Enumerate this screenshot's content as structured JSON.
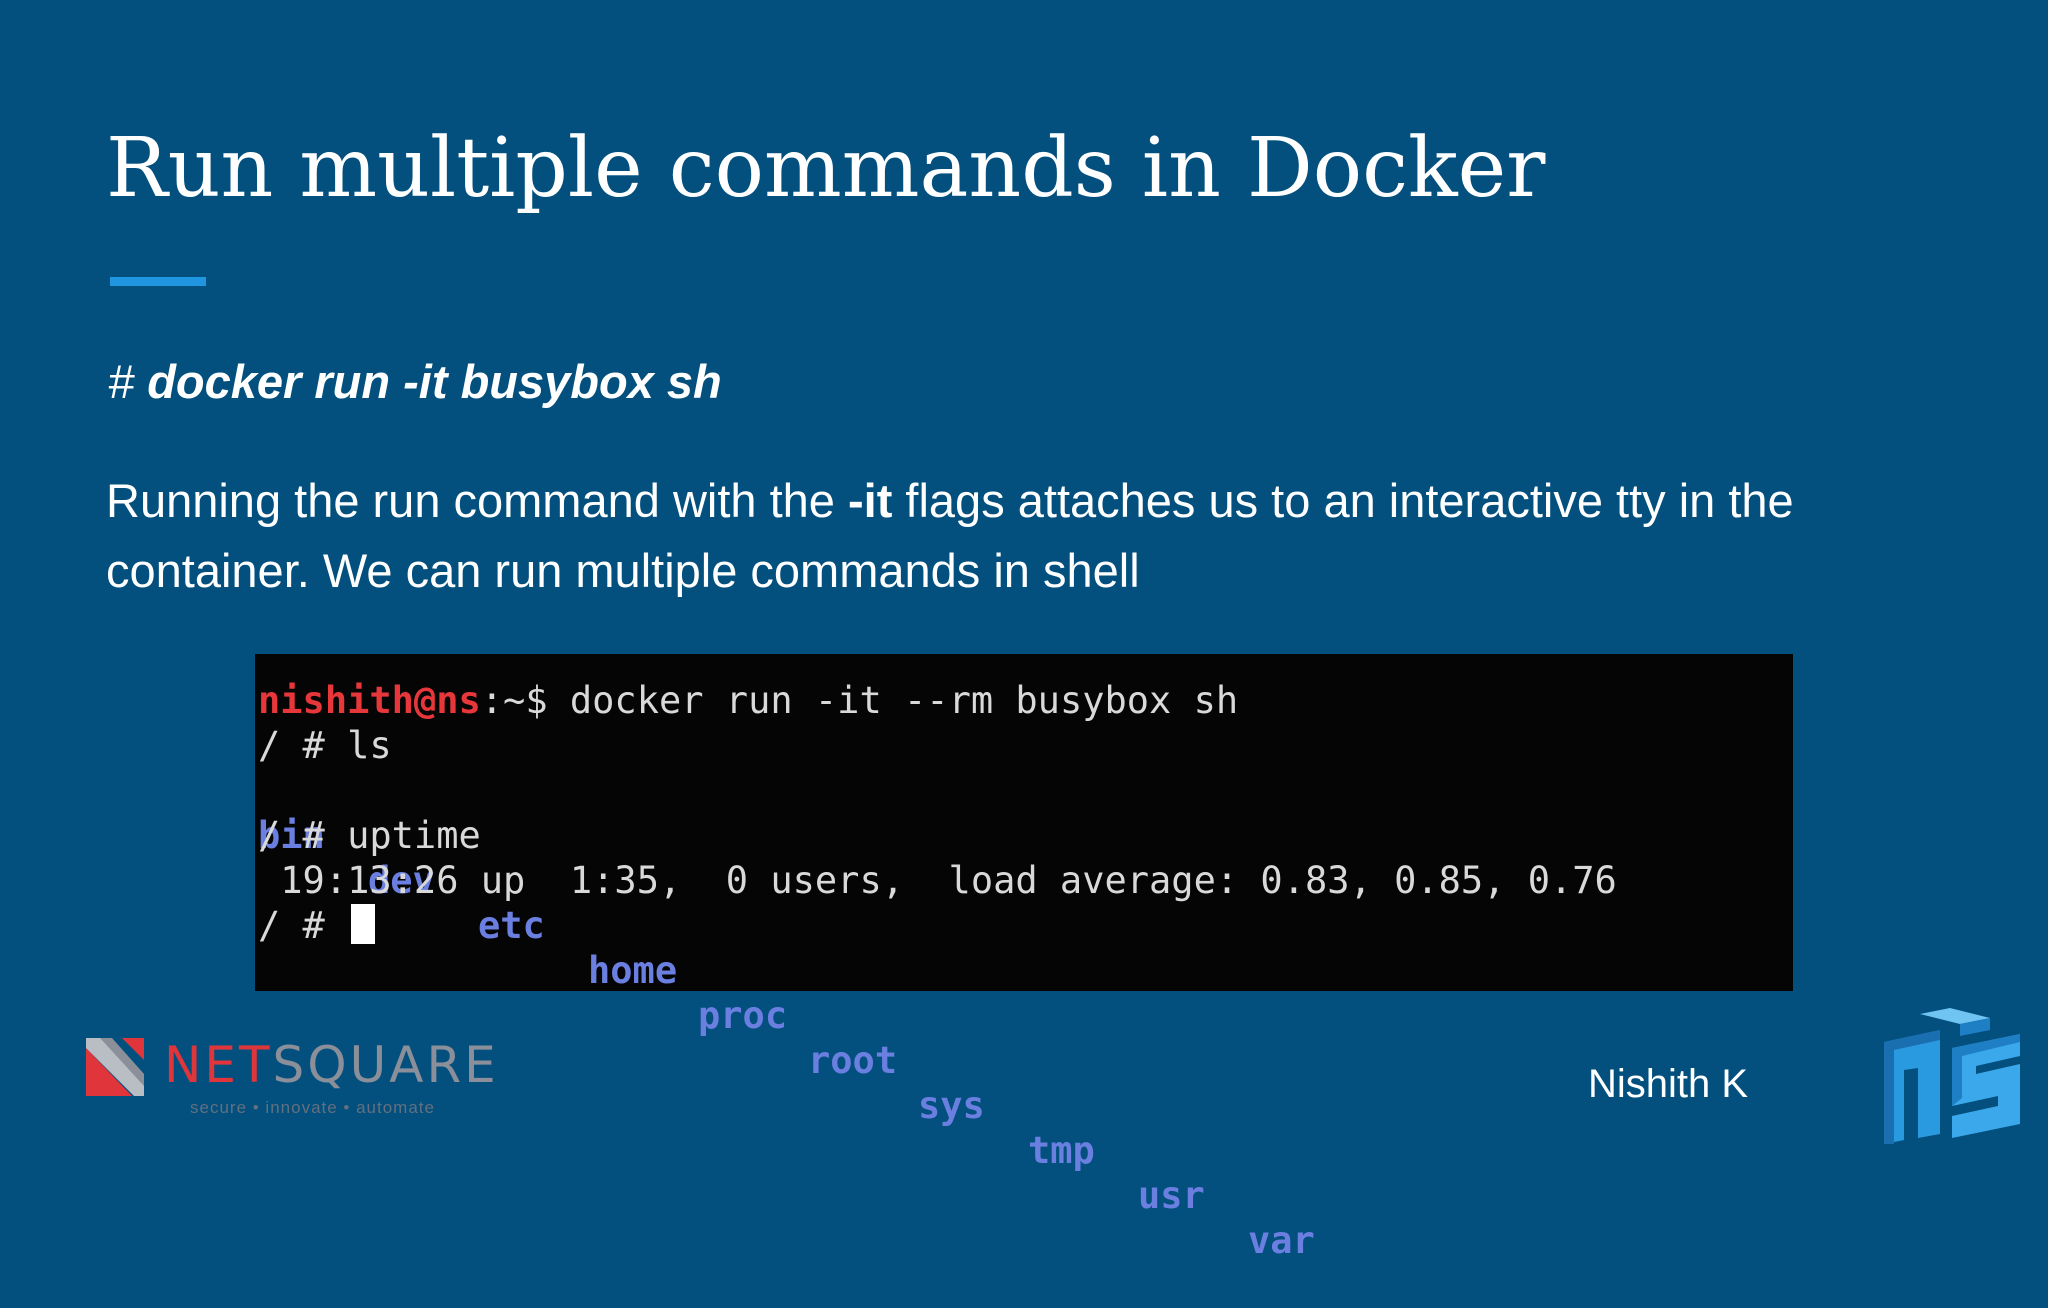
{
  "slide": {
    "title": "Run multiple commands in Docker",
    "command": {
      "hash": "# ",
      "text": "docker run -it busybox sh"
    },
    "description": {
      "part1": "Running the run command with the ",
      "flag": "-it",
      "part2": " flags attaches us to an interactive tty in the container. We can run multiple commands in shell"
    },
    "terminal": {
      "prompt_user": "nishith@ns",
      "prompt_path": ":~$ ",
      "command": "docker run -it --rm busybox sh",
      "shell_prompt": "/ # ",
      "ls_cmd": "ls",
      "directories": [
        "bin",
        "dev",
        "etc",
        "home",
        "proc",
        "root",
        "sys",
        "tmp",
        "usr",
        "var"
      ],
      "uptime_cmd": "uptime",
      "uptime_output": " 19:13:26 up  1:35,  0 users,  load average: 0.83, 0.85, 0.76"
    },
    "footer": {
      "logo_net": "NET",
      "logo_square": "SQUARE",
      "tagline": "secure • innovate • automate",
      "author": "Nishith K"
    },
    "colors": {
      "background": "#03507e",
      "accent": "#2196e0",
      "terminal_bg": "#050505",
      "prompt_red": "#e8373a",
      "directory_blue": "#6a7fe0",
      "logo_red": "#e0363b",
      "logo_grey": "#8b8f99"
    },
    "icons": {
      "left_logo": "netsquare-logo-icon",
      "right_logo": "ns-logo-icon"
    }
  }
}
